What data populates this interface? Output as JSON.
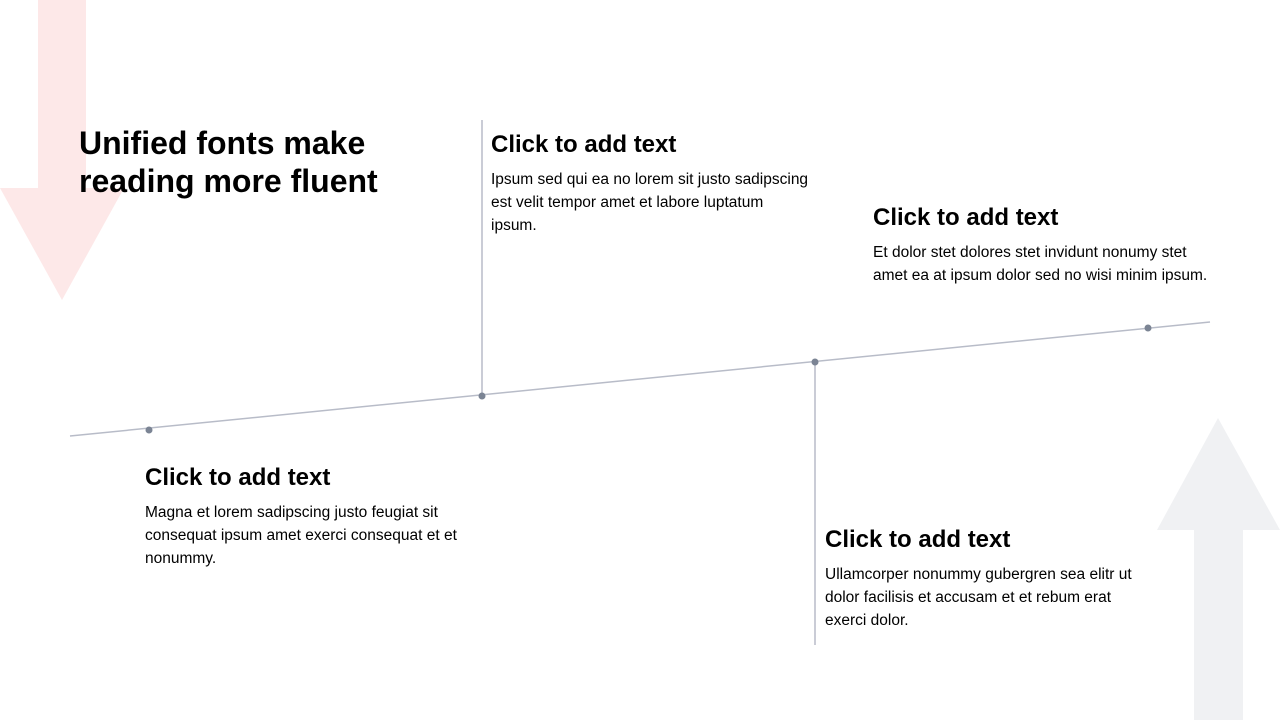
{
  "title": "Unified fonts make reading more fluent",
  "colors": {
    "line": "#b8bcc8",
    "dot": "#7b8494",
    "arrow_down": "#fde8e8",
    "arrow_up": "#f0f1f3"
  },
  "items": [
    {
      "heading": "Click to add text",
      "body": "Ipsum sed qui ea no lorem sit justo sadipscing est velit tempor amet et labore luptatum ipsum."
    },
    {
      "heading": "Click to add text",
      "body": "Et dolor stet dolores stet invidunt nonumy stet amet ea at ipsum dolor sed no wisi minim ipsum."
    },
    {
      "heading": "Click to add text",
      "body": "Magna et lorem sadipscing justo feugiat sit consequat ipsum amet exerci consequat et et nonummy."
    },
    {
      "heading": "Click to add text",
      "body": "Ullamcorper nonummy gubergren sea elitr ut dolor facilisis et accusam et et rebum erat exerci dolor."
    }
  ]
}
